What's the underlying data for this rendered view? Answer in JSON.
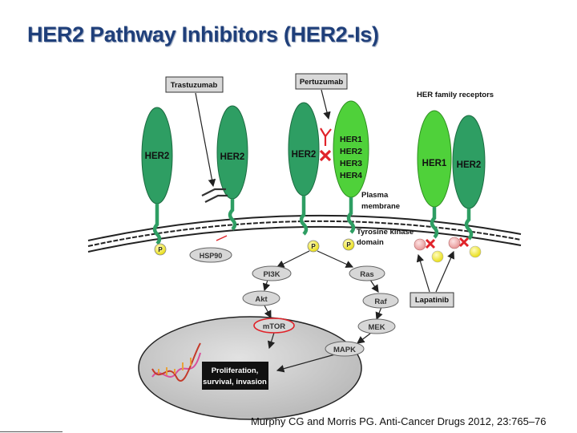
{
  "title": "HER2 Pathway Inhibitors (HER2-Is)",
  "citation": "Murphy CG and Morris PG. Anti-Cancer Drugs 2012, 23:765–76",
  "drugs": {
    "trastuzumab": "Trastuzumab",
    "pertuzumab": "Pertuzumab",
    "lapatinib": "Lapatinib"
  },
  "receptors": {
    "her2_a": "HER2",
    "her2_b": "HER2",
    "her2_c": "HER2",
    "her1_d": "HER1",
    "her2_d": "HER2",
    "family_list": [
      "HER1",
      "HER2",
      "HER3",
      "HER4"
    ]
  },
  "labels": {
    "her_family": "HER family receptors",
    "plasma_membrane": [
      "Plasma",
      "membrane"
    ],
    "tk_domain": [
      "Tyrosine kinase",
      "domain"
    ],
    "phospho": "P",
    "hsp90": "HSP90",
    "outcome": [
      "Proliferation,",
      "survival, invasion"
    ]
  },
  "pathway": {
    "pi3k": "PI3K",
    "akt": "Akt",
    "mtor": "mTOR",
    "ras": "Ras",
    "raf": "Raf",
    "mek": "MEK",
    "mapk": "MAPK"
  },
  "colors": {
    "title": "#1f3f7a",
    "receptor_dark": "#2e9e63",
    "receptor_light": "#4fd13a",
    "phospho": "#f2ee2c",
    "inhibit": "#e0232a",
    "node": "#d7d7d7",
    "nucleus": "#c6c6c6"
  }
}
